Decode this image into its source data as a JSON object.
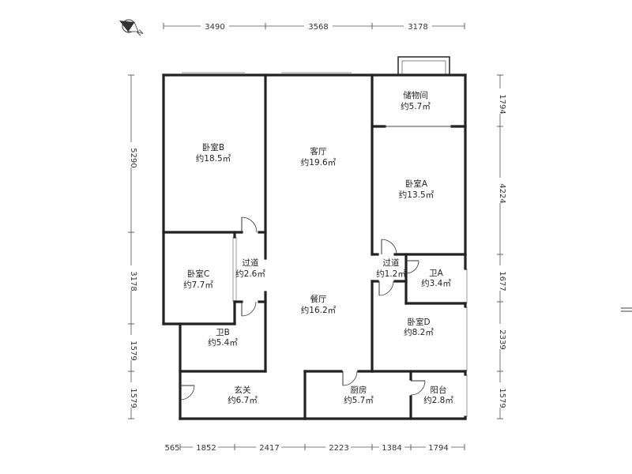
{
  "compass": {
    "label": "N",
    "icon": "north-arrow-icon"
  },
  "dimensions": {
    "top": [
      "3490",
      "3568",
      "3178"
    ],
    "bottom": [
      "565",
      "1852",
      "2417",
      "2223",
      "1384",
      "1794"
    ],
    "left": [
      "5290",
      "3178",
      "1579",
      "1579"
    ],
    "right": [
      "1794",
      "4224",
      "1677",
      "2339",
      "1579"
    ]
  },
  "rooms": [
    {
      "id": "bedroom-b",
      "name": "卧室B",
      "area": "约18.5㎡"
    },
    {
      "id": "living-room",
      "name": "客厅",
      "area": "约19.6㎡"
    },
    {
      "id": "storage",
      "name": "储物间",
      "area": "约5.7㎡"
    },
    {
      "id": "bedroom-a",
      "name": "卧室A",
      "area": "约13.5㎡"
    },
    {
      "id": "bedroom-c",
      "name": "卧室C",
      "area": "约7.7㎡"
    },
    {
      "id": "corridor-left",
      "name": "过道",
      "area": "约2.6㎡"
    },
    {
      "id": "corridor-right",
      "name": "过道",
      "area": "约1.2㎡"
    },
    {
      "id": "bathroom-a",
      "name": "卫A",
      "area": "约3.4㎡"
    },
    {
      "id": "dining-room",
      "name": "餐厅",
      "area": "约16.2㎡"
    },
    {
      "id": "bedroom-d",
      "name": "卧室D",
      "area": "约8.2㎡"
    },
    {
      "id": "bathroom-b",
      "name": "卫B",
      "area": "约5.4㎡"
    },
    {
      "id": "entrance",
      "name": "玄关",
      "area": "约6.7㎡"
    },
    {
      "id": "kitchen",
      "name": "厨房",
      "area": "约5.7㎡"
    },
    {
      "id": "balcony",
      "name": "阳台",
      "area": "约2.8㎡"
    }
  ]
}
